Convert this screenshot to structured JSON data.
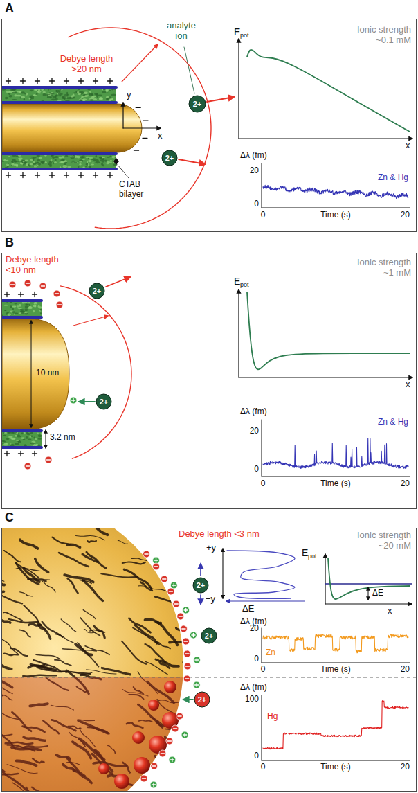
{
  "diagram": {
    "nodes": [
      {
        "text": [
          "A"
        ]
      },
      {
        "text": [
          "2+"
        ],
        "in": 0
      },
      {
        "text": [
          "2+"
        ],
        "in": 0
      },
      {
        "text": [
          "B"
        ]
      },
      {
        "text": [
          "2+"
        ],
        "in": 3
      },
      {
        "text": [
          "2+"
        ],
        "in": 3
      },
      {
        "text": [
          "C"
        ]
      },
      {
        "text": [
          "2+"
        ],
        "in": 6
      },
      {
        "text": [
          "2+"
        ],
        "in": 6
      },
      {
        "text": [
          "2+"
        ],
        "in": 6
      }
    ],
    "labels": [
      "Debye length >20 nm",
      "analyte ion",
      "y",
      "x",
      "CTAB bilayer",
      "Ionic strength ~0.1 mM",
      "E",
      "pot",
      "x",
      "Δλ (fm)",
      "20",
      "0",
      "Zn & Hg",
      "0",
      "Time (s)",
      "20",
      "Debye length <10 nm",
      "10 nm",
      "3.2 nm",
      "Ionic strength ~1 mM",
      "E",
      "pot",
      "x",
      "Δλ (fm)",
      "20",
      "0",
      "Zn & Hg",
      "0",
      "Time (s)",
      "20",
      "Debye length <3 nm",
      "+y",
      "−y",
      "ΔE",
      "Ionic strength ~20 mM",
      "E",
      "pot",
      "ΔE",
      "x",
      "Δλ (fm)",
      "20",
      "0",
      "Zn",
      "0",
      "Time (s)",
      "20",
      "Δλ (fm)",
      "100",
      "0",
      "Hg",
      "0",
      "Time (s)",
      "20"
    ]
  }
}
